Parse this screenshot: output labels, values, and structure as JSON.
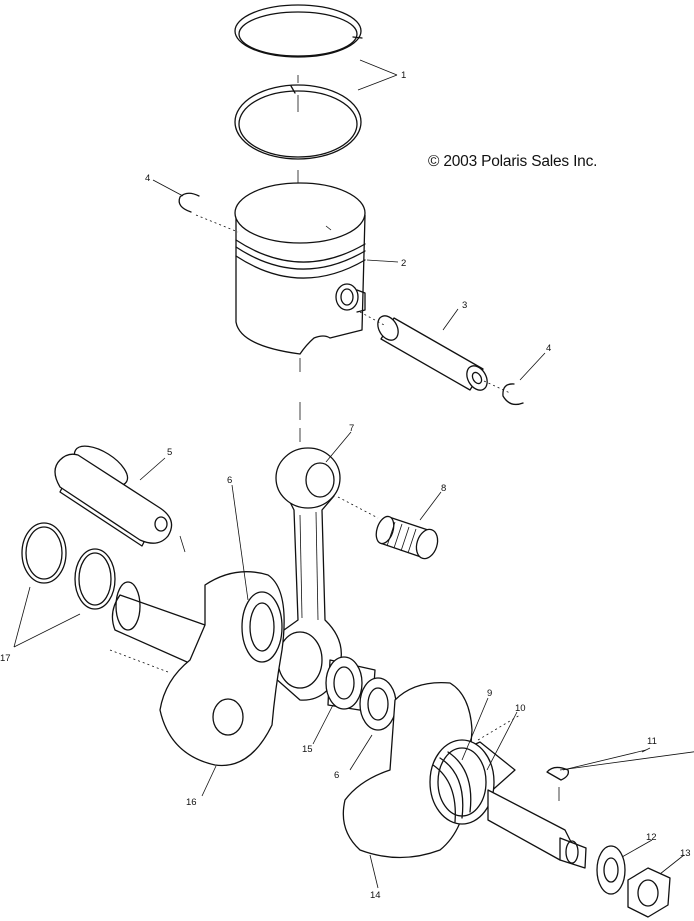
{
  "copyright": "© 2003 Polaris Sales Inc.",
  "callouts": {
    "c1": "1",
    "c2": "2",
    "c3": "3",
    "c4a": "4",
    "c4b": "4",
    "c5": "5",
    "c6a": "6",
    "c6b": "6",
    "c7": "7",
    "c8": "8",
    "c9": "9",
    "c10": "10",
    "c11": "11",
    "c12": "12",
    "c13": "13",
    "c14": "14",
    "c15": "15",
    "c16": "16",
    "c17": "17"
  }
}
